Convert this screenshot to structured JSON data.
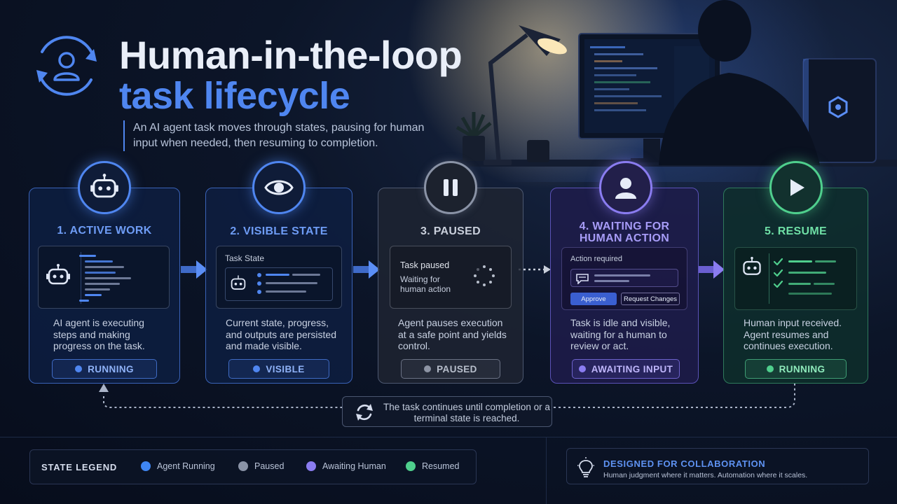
{
  "header": {
    "title_line1": "Human-in-the-loop",
    "title_line2": "task lifecycle",
    "subtitle": "An AI agent task moves through states, pausing for human input when needed, then resuming to completion."
  },
  "cards": [
    {
      "title": "1. ACTIVE WORK",
      "description": "AI agent is executing steps and making progress on the task.",
      "status": "RUNNING",
      "icon": "robot-icon",
      "accent": "#4f86f0"
    },
    {
      "title": "2. VISIBLE STATE",
      "panel_label": "Task State",
      "description": "Current state, progress, and outputs are persisted and made visible.",
      "status": "VISIBLE",
      "icon": "eye-icon",
      "accent": "#4f86f0"
    },
    {
      "title": "3. PAUSED",
      "panel_label": "Task paused",
      "panel_sub": "Waiting for human action",
      "description": "Agent pauses execution at a safe point and yields control.",
      "status": "PAUSED",
      "icon": "pause-icon",
      "accent": "#8a93a6"
    },
    {
      "title": "4. WAITING FOR HUMAN ACTION",
      "panel_label": "Action required",
      "approve_label": "Approve",
      "request_label": "Request Changes",
      "description": "Task is idle and visible, waiting for a human to review or act.",
      "status": "AWAITING INPUT",
      "icon": "user-icon",
      "accent": "#8a7cf0"
    },
    {
      "title": "5. RESUME",
      "description": "Human input received. Agent resumes and continues execution.",
      "status": "RUNNING",
      "icon": "play-icon",
      "accent": "#4fcf8d"
    }
  ],
  "loop_note": "The task continues until completion or a terminal state is reached.",
  "legend": {
    "title": "STATE LEGEND",
    "items": [
      {
        "label": "Agent Running",
        "color": "#3f86f2"
      },
      {
        "label": "Paused",
        "color": "#8a93a6"
      },
      {
        "label": "Awaiting Human",
        "color": "#8a7cf0"
      },
      {
        "label": "Resumed",
        "color": "#4fcf8d"
      }
    ]
  },
  "collaboration": {
    "title": "DESIGNED FOR COLLABORATION",
    "text": "Human judgment where it matters. Automation where it scales."
  }
}
